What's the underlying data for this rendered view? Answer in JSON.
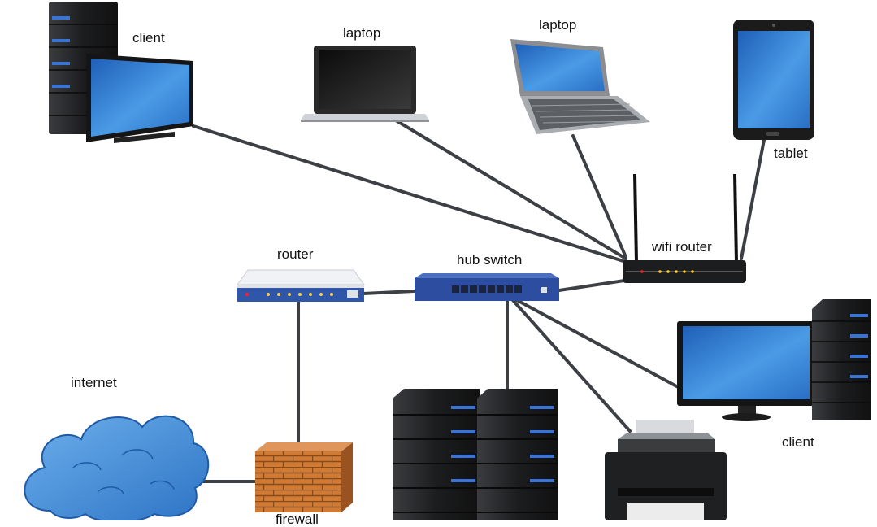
{
  "labels": {
    "client_top": "client",
    "laptop_1": "laptop",
    "laptop_2": "laptop",
    "tablet": "tablet",
    "wifi_router": "wifi router",
    "router": "router",
    "hub_switch": "hub switch",
    "internet": "internet",
    "client_right": "client",
    "firewall": "firewall"
  },
  "colors": {
    "cable": "#3c3f44",
    "screen_blue": "#2f7fd6",
    "screen_dark": "#1a1a1a",
    "tower": "#222426",
    "led_blue": "#3a73d8",
    "switch_blue": "#2d4ea0",
    "router_white": "#eef0f3",
    "router_band": "#2f56a8",
    "brick": "#c8742f",
    "cloud": "#3a86d4"
  },
  "icons": {
    "desktop": "desktop-computer-icon",
    "laptop": "laptop-icon",
    "tablet": "tablet-icon",
    "wifi_router": "wifi-router-icon",
    "router": "router-icon",
    "switch": "network-switch-icon",
    "server": "server-rack-icon",
    "printer": "printer-icon",
    "firewall": "firewall-icon",
    "cloud": "cloud-icon"
  },
  "connections": [
    [
      "client-top",
      "wifi-router"
    ],
    [
      "laptop-1",
      "wifi-router"
    ],
    [
      "laptop-2",
      "wifi-router"
    ],
    [
      "tablet",
      "wifi-router"
    ],
    [
      "wifi-router",
      "hub-switch"
    ],
    [
      "router",
      "hub-switch"
    ],
    [
      "hub-switch",
      "servers"
    ],
    [
      "hub-switch",
      "printer"
    ],
    [
      "hub-switch",
      "client-right"
    ],
    [
      "router",
      "firewall"
    ],
    [
      "firewall",
      "internet"
    ]
  ]
}
